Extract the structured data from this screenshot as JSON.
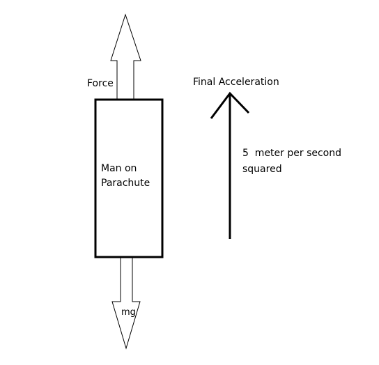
{
  "diagram": {
    "body_label": "Man on\nParachute",
    "upward_force_label": "Force",
    "downward_force_label": "mg",
    "acceleration_title": "Final Acceleration",
    "acceleration_value": "5  meter per second\nsquared"
  },
  "colors": {
    "stroke": "#000000",
    "fill": "#ffffff",
    "text": "#000000"
  }
}
